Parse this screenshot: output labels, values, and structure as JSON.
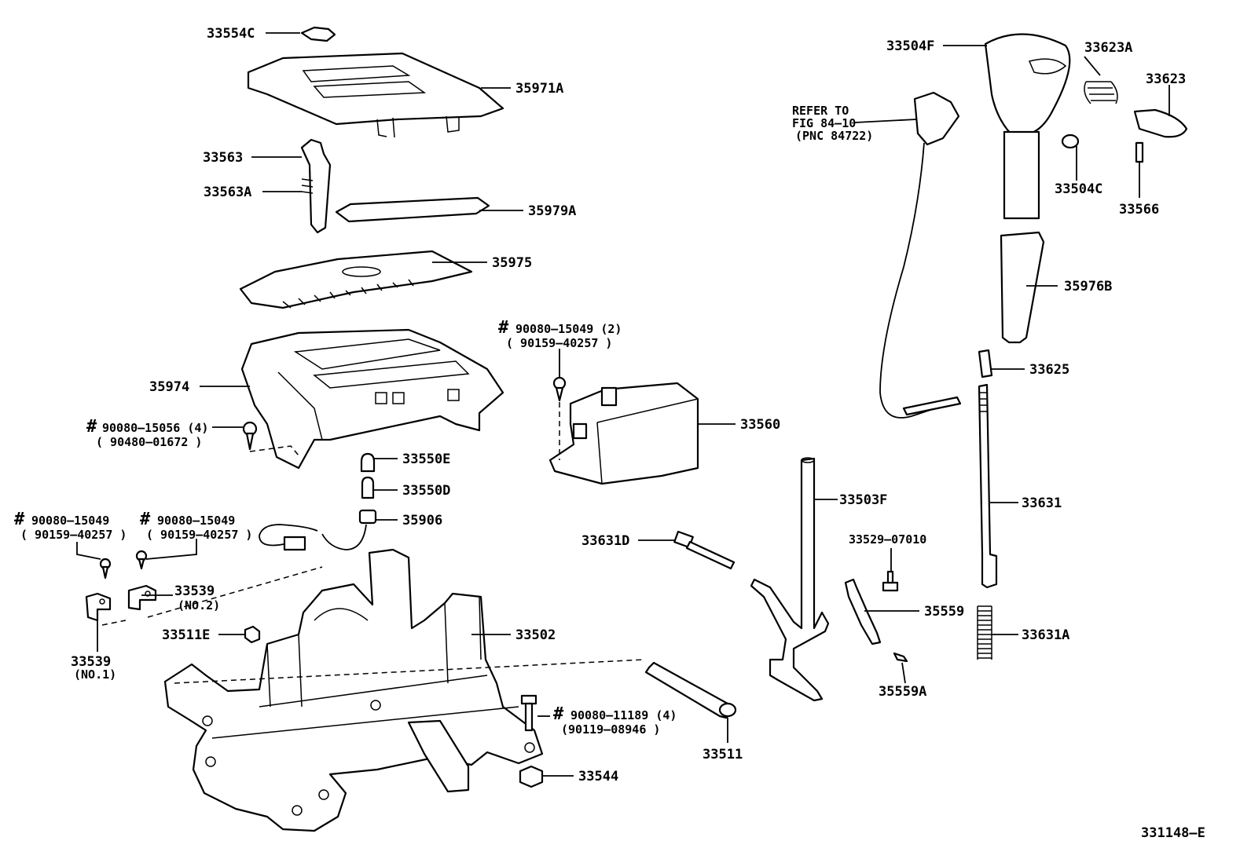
{
  "figure_id": "331148–E",
  "callouts": {
    "p33554C": "33554C",
    "p35971A": "35971A",
    "p33563": "33563",
    "p33563A": "33563A",
    "p35979A": "35979A",
    "p35975": "35975",
    "p35974": "35974",
    "bolt_a_hash": "#",
    "bolt_a_1": "90080–15056 (4)",
    "bolt_a_2": "( 90480–01672 )",
    "p33550E": "33550E",
    "p33550D": "33550D",
    "p35906": "35906",
    "clip_left_hash": "#",
    "clip_left_1": "90080–15049",
    "clip_left_2": "( 90159–40257 )",
    "clip_mid_hash": "#",
    "clip_mid_1": "90080–15049",
    "clip_mid_2": "( 90159–40257 )",
    "p33539_no2": "33539",
    "p33539_no2_sub": "(NO.2)",
    "p33539_no1": "33539",
    "p33539_no1_sub": "(NO.1)",
    "p33511E": "33511E",
    "p33502": "33502",
    "screw_top_hash": "#",
    "screw_top_1": "90080–15049 (2)",
    "screw_top_2": "( 90159–40257 )",
    "p33560": "33560",
    "bolt_b_hash": "#",
    "bolt_b_1": "90080–11189 (4)",
    "bolt_b_2": "(90119–08946 )",
    "p33544": "33544",
    "p33511": "33511",
    "p33631D": "33631D",
    "p33503F": "33503F",
    "p33529": "33529–07010",
    "p35559": "35559",
    "p35559A": "35559A",
    "p33504F": "33504F",
    "refer_1": "REFER TO",
    "refer_2": "FIG 84–10",
    "refer_3": "(PNC 84722)",
    "p33623A": "33623A",
    "p33623": "33623",
    "p33504C": "33504C",
    "p33566": "33566",
    "p35976B": "35976B",
    "p33625": "33625",
    "p33631": "33631",
    "p33631A": "33631A"
  },
  "colors": {
    "line": "#000000",
    "background": "#ffffff"
  }
}
